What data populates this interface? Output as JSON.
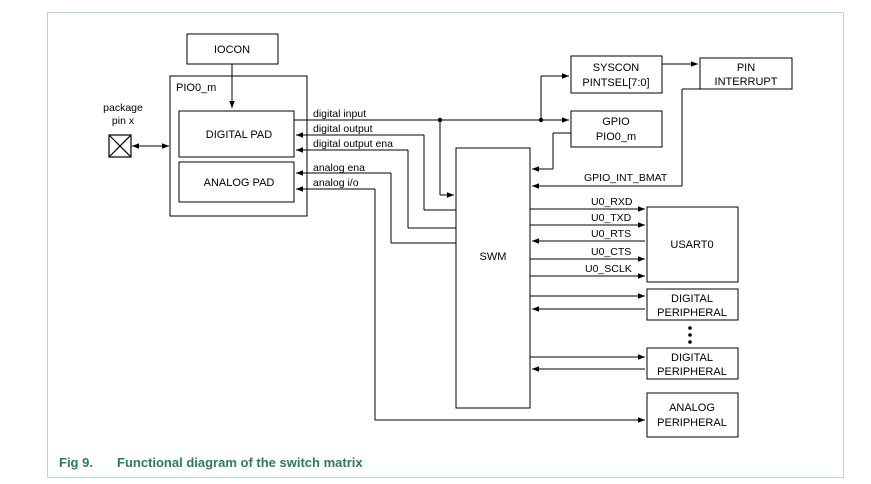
{
  "figure": {
    "caption_number": "Fig 9.",
    "caption_title": "Functional diagram of the switch matrix"
  },
  "colors": {
    "frame": "#b9d6cf",
    "caption": "#2a7a64",
    "line": "#000000"
  },
  "icons": {
    "pin": "cross-box-icon"
  },
  "labels": {
    "package_line1": "package",
    "package_line2": "pin x",
    "iocon": "IOCON",
    "pio0_m": "PIO0_m",
    "digital_pad": "DIGITAL PAD",
    "analog_pad": "ANALOG PAD",
    "syscon_line1": "SYSCON",
    "syscon_line2": "PINTSEL[7:0]",
    "pin_interrupt_line1": "PIN",
    "pin_interrupt_line2": "INTERRUPT",
    "gpio_line1": "GPIO",
    "gpio_line2": "PIO0_m",
    "swm": "SWM",
    "usart0": "USART0",
    "digital_peripheral_1_line1": "DIGITAL",
    "digital_peripheral_1_line2": "PERIPHERAL",
    "digital_peripheral_2_line1": "DIGITAL",
    "digital_peripheral_2_line2": "PERIPHERAL",
    "analog_peripheral_line1": "ANALOG",
    "analog_peripheral_line2": "PERIPHERAL"
  },
  "signals": {
    "digital_input": "digital input",
    "digital_output": "digital output",
    "digital_output_ena": "digital output ena",
    "analog_ena": "analog ena",
    "analog_io": "analog i/o",
    "gpio_int_bmat": "GPIO_INT_BMAT",
    "u0_rxd": "U0_RXD",
    "u0_txd": "U0_TXD",
    "u0_rts": "U0_RTS",
    "u0_cts": "U0_CTS",
    "u0_sclk": "U0_SCLK"
  }
}
